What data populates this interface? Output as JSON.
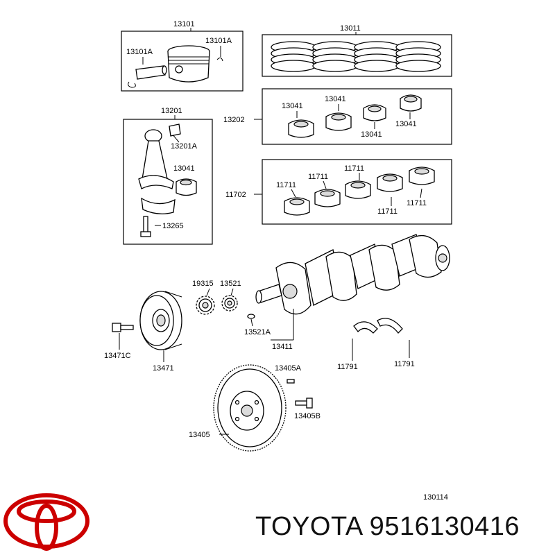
{
  "diagram": {
    "group_labels": {
      "piston": "13101",
      "piston_pin": "13101A",
      "snap_ring": "13101A",
      "piston_rings": "13011",
      "conn_rod_bearing_set": "13202",
      "bearing_1": "13041",
      "bearing_2": "13041",
      "bearing_3": "13041",
      "bearing_4": "13041",
      "conn_rod": "13201",
      "bushing": "13201A",
      "rod_bearing": "13041",
      "rod_bolt": "13265",
      "main_bearing_set": "11702",
      "main_1": "11711",
      "main_2": "11711",
      "main_3": "11711",
      "main_4": "11711",
      "main_5": "11711",
      "crank_gear": "19315",
      "timing_gear": "13521",
      "key": "13521A",
      "crankshaft": "13411",
      "pulley_bolt": "13471C",
      "pulley": "13471",
      "thrust_1": "11791",
      "thrust_2": "11791",
      "flywheel_pin": "13405A",
      "flywheel_bolt": "13405B",
      "flywheel": "13405"
    },
    "figure_id": "130114"
  },
  "brand": {
    "logo": "toyota-logo",
    "caption": "TOYOTA 9516130416",
    "logo_color": "#cc0000"
  }
}
